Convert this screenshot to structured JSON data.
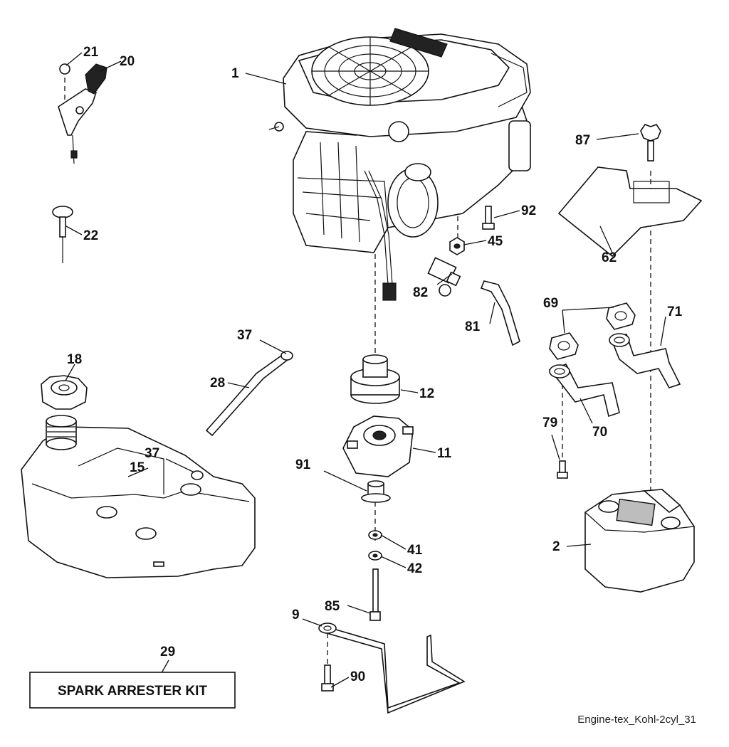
{
  "callouts": [
    {
      "id": "1",
      "label": "1"
    },
    {
      "id": "2",
      "label": "2"
    },
    {
      "id": "9",
      "label": "9"
    },
    {
      "id": "11",
      "label": "11"
    },
    {
      "id": "12",
      "label": "12"
    },
    {
      "id": "15",
      "label": "15"
    },
    {
      "id": "18",
      "label": "18"
    },
    {
      "id": "20",
      "label": "20"
    },
    {
      "id": "21",
      "label": "21"
    },
    {
      "id": "22",
      "label": "22"
    },
    {
      "id": "28",
      "label": "28"
    },
    {
      "id": "29",
      "label": "29"
    },
    {
      "id": "37a",
      "label": "37"
    },
    {
      "id": "37b",
      "label": "37"
    },
    {
      "id": "41",
      "label": "41"
    },
    {
      "id": "42",
      "label": "42"
    },
    {
      "id": "45",
      "label": "45"
    },
    {
      "id": "62",
      "label": "62"
    },
    {
      "id": "69",
      "label": "69"
    },
    {
      "id": "70",
      "label": "70"
    },
    {
      "id": "71",
      "label": "71"
    },
    {
      "id": "79",
      "label": "79"
    },
    {
      "id": "81",
      "label": "81"
    },
    {
      "id": "82",
      "label": "82"
    },
    {
      "id": "85",
      "label": "85"
    },
    {
      "id": "87",
      "label": "87"
    },
    {
      "id": "90",
      "label": "90"
    },
    {
      "id": "91",
      "label": "91"
    },
    {
      "id": "92",
      "label": "92"
    }
  ],
  "kit_label": "SPARK ARRESTER KIT",
  "drawing_ref": "Engine-tex_Kohl-2cyl_31"
}
